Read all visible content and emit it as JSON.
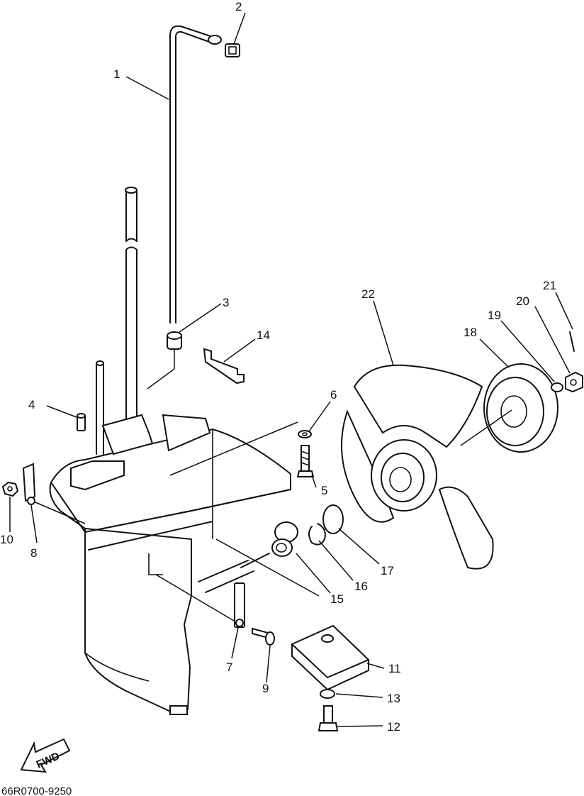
{
  "callouts": {
    "c1": "1",
    "c2": "2",
    "c3": "3",
    "c4": "4",
    "c5": "5",
    "c6": "6",
    "c7": "7",
    "c8": "8",
    "c9": "9",
    "c10": "10",
    "c11": "11",
    "c12": "12",
    "c13": "13",
    "c14": "14",
    "c15": "15",
    "c16": "16",
    "c17": "17",
    "c18": "18",
    "c19": "19",
    "c20": "20",
    "c21": "21",
    "c22": "22"
  },
  "direction_label": "FWD",
  "diagram_code": "66R0700-9250"
}
